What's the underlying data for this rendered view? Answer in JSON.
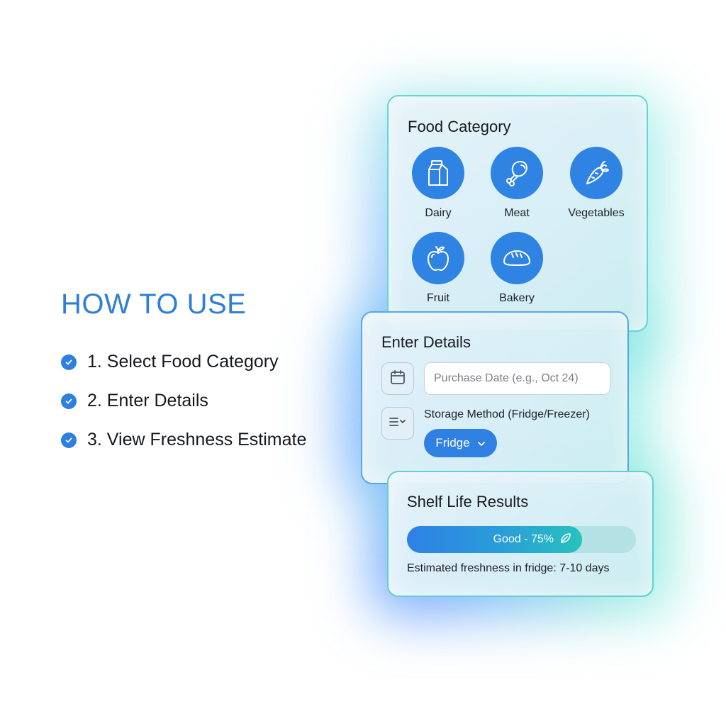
{
  "howto": {
    "title": "HOW TO USE",
    "steps": [
      {
        "label": "1. Select Food Category",
        "icon": "check-circle-icon"
      },
      {
        "label": "2. Enter Details",
        "icon": "check-circle-icon"
      },
      {
        "label": "3. View Freshness Estimate",
        "icon": "check-circle-icon"
      }
    ]
  },
  "food_category": {
    "title": "Food Category",
    "categories": [
      {
        "label": "Dairy",
        "icon": "milk-carton-icon"
      },
      {
        "label": "Meat",
        "icon": "drumstick-icon"
      },
      {
        "label": "Vegetables",
        "icon": "carrot-icon"
      },
      {
        "label": "Fruit",
        "icon": "apple-icon"
      },
      {
        "label": "Bakery",
        "icon": "bread-icon"
      }
    ]
  },
  "details": {
    "title": "Enter Details",
    "date_icon": "calendar-icon",
    "date_placeholder": "Purchase Date (e.g., Oct 24)",
    "date_value": "",
    "storage_icon": "list-dropdown-icon",
    "storage_label": "Storage Method (Fridge/Freezer)",
    "storage_selected": "Fridge"
  },
  "results": {
    "title": "Shelf Life Results",
    "progress_label": "Good - 75%",
    "progress_percent": 75,
    "progress_icon": "leaf-icon",
    "estimate_text": "Estimated freshness in fridge: 7-10 days"
  },
  "colors": {
    "accent_blue": "#2e83e3",
    "heading_blue": "#2f7fd6",
    "teal": "#27c3bd",
    "card_border": "#5fd3d0"
  }
}
